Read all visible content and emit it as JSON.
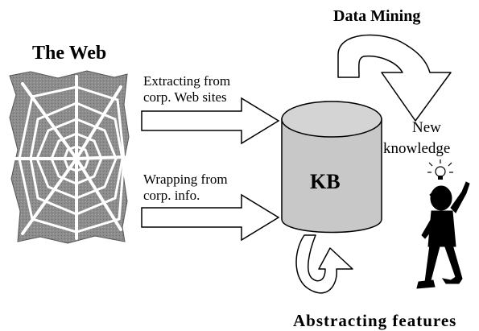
{
  "labels": {
    "the_web": "The Web",
    "data_mining": "Data Mining",
    "extracting_line1": "Extracting from",
    "extracting_line2": "corp. Web sites",
    "wrapping_line1": "Wrapping from",
    "wrapping_line2": "corp. info.",
    "kb": "KB",
    "new_knowledge_line1": "New",
    "new_knowledge_line2": "knowledge",
    "abstracting_features": "Abstracting features"
  },
  "colors": {
    "web_background": "#8c8c8c",
    "web_strands": "#ffffff",
    "cylinder": "#c8c8c8",
    "figure": "#000000",
    "arrow_fill": "#ffffff",
    "arrow_stroke": "#000000"
  },
  "icons": {
    "web": "spider-web-icon",
    "database": "database-cylinder-icon",
    "person": "thinking-person-icon",
    "idea": "lightbulb-icon"
  }
}
